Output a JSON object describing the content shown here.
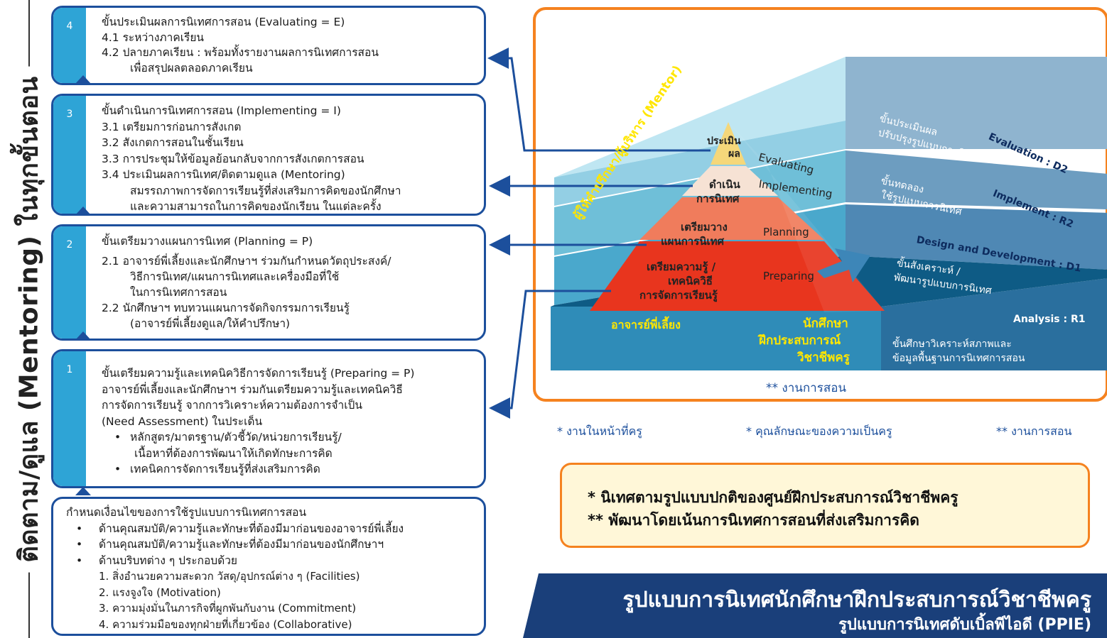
{
  "side_label": "ติดตาม/ดูแล (Mentoring) ในทุกขั้นตอน",
  "steps": {
    "s4": {
      "num": "4",
      "lines": [
        "ขั้นประเมินผลการนิเทศการสอน (Evaluating = E)",
        "4.1 ระหว่างภาคเรียน",
        "4.2 ปลายภาคเรียน : พร้อมทั้งรายงานผลการนิเทศการสอน",
        "เพื่อสรุปผลตลอดภาคเรียน"
      ]
    },
    "s3": {
      "num": "3",
      "lines": [
        "ขั้นดำเนินการนิเทศการสอน (Implementing = I)",
        "3.1 เตรียมการก่อนการสังเกต",
        "3.2 สังเกตการสอนในชั้นเรียน",
        "3.3 การประชุมให้ข้อมูลย้อนกลับจากการสังเกตการสอน",
        "3.4 ประเมินผลการนิเทศ/ติดตามดูแล (Mentoring)",
        "สมรรถภาพการจัดการเรียนรู้ที่ส่งเสริมการคิดของนักศึกษา",
        "และความสามารถในการคิดของนักเรียน ในแต่ละครั้ง"
      ]
    },
    "s2": {
      "num": "2",
      "lines": [
        "ขั้นเตรียมวางแผนการนิเทศ (Planning = P)",
        "2.1  อาจารย์พี่เลี้ยงและนักศึกษาฯ ร่วมกันกำหนดวัตถุประสงค์/",
        "วิธีการนิเทศ/แผนการนิเทศและเครื่องมือที่ใช้",
        "ในการนิเทศการสอน",
        "2.2  นักศึกษาฯ ทบทวนแผนการจัดกิจกรรมการเรียนรู้",
        "(อาจารย์พี่เลี้ยงดูแล/ให้คำปรึกษา)"
      ]
    },
    "s1": {
      "num": "1",
      "lines": [
        "ขั้นเตรียมความรู้และเทคนิควิธีการจัดการเรียนรู้ (Preparing = P)",
        "อาจารย์พี่เลี้ยงและนักศึกษาฯ ร่วมกันเตรียมความรู้และเทคนิควิธี",
        "การจัดการเรียนรู้ จากการวิเคราะห์ความต้องการจำเป็น",
        "(Need Assessment)  ในประเด็น"
      ],
      "bullets": [
        "หลักสูตร/มาตรฐาน/ตัวชี้วัด/หน่วยการเรียนรู้/",
        "เนื้อหาที่ต้องการพัฒนาให้เกิดทักษะการคิด",
        "เทคนิคการจัดการเรียนรู้ที่ส่งเสริมการคิด"
      ]
    }
  },
  "conditions": {
    "title": "กำหนดเงื่อนไขของการใช้รูปแบบการนิเทศการสอน",
    "bullets": [
      "ด้านคุณสมบัติ/ความรู้และทักษะที่ต้องมีมาก่อนของอาจารย์พี่เลี้ยง",
      "ด้านคุณสมบัติ/ความรู้และทักษะที่ต้องมีมาก่อนของนักศึกษาฯ",
      "ด้านบริบทต่าง ๆ ประกอบด้วย"
    ],
    "numbered": [
      "1. สิ่งอำนวยความสะดวก วัสดุ/อุปกรณ์ต่าง ๆ (Facilities)",
      "2. แรงจูงใจ (Motivation)",
      "3. ความมุ่งมั่นในภารกิจที่ผูกพันกับงาน (Commitment)",
      "4. ความร่วมมือของทุกฝ่ายที่เกี่ยวข้อง (Collaborative)"
    ]
  },
  "pyramid": {
    "evaluating_th1": "ประเมิน",
    "evaluating_th2": "ผล",
    "evaluating_en": "Evaluating",
    "implementing_th1": "ดำเนิน",
    "implementing_th2": "การนิเทศ",
    "implementing_en": "Implementing",
    "planning_th1": "เตรียมวาง",
    "planning_th2": "แผนการนิเทศ",
    "planning_en": "Planning",
    "preparing_th1": "เตรียมความรู้ /",
    "preparing_th2": "เทคนิควิธี",
    "preparing_th3": "การจัดการเรียนรู้",
    "preparing_en": "Preparing",
    "mentor_label": "ผู้ให้คำปรึกษา/ผู้บริหาร (Mentor)",
    "mentor_teacher": "อาจารย์พี่เลี้ยง",
    "student_1": "นักศึกษา",
    "student_2": "ฝึกประสบการณ์",
    "student_3": "วิชาชีพครู"
  },
  "layers": {
    "evaluation_th1": "ขั้นประเมินผล",
    "evaluation_th2": "ปรับปรุงรูปแบบการนิเทศ",
    "evaluation_en": "Evaluation : D2",
    "implement_th1": "ขั้นทดลอง",
    "implement_th2": "ใช้รูปแบบการนิเทศ",
    "implement_en": "Implement : R2",
    "design_en": "Design and Development : D1",
    "design_th1": "ขั้นสังเคราะห์ /",
    "design_th2": "พัฒนารูปแบบการนิเทศ",
    "analysis_en": "Analysis : R1",
    "analysis_th1": "ขั้นศึกษาวิเคราะห์สภาพและ",
    "analysis_th2": "ข้อมูลพื้นฐานการนิเทศการสอน"
  },
  "frame_caption": "** งานการสอน",
  "legend": {
    "a": "* งานในหน้าที่ครู",
    "b": "* คุณลักษณะของความเป็นครู",
    "c": "** งานการสอน"
  },
  "notes": {
    "n1": "* นิเทศตามรูปแบบปกติของศูนย์ฝึกประสบการณ์วิชาชีพครู",
    "n2": "** พัฒนาโดยเน้นการนิเทศการสอนที่ส่งเสริมการคิด"
  },
  "title": {
    "line1": "รูปแบบการนิเทศนักศึกษาฝึกประสบการณ์วิชาชีพครู",
    "line2": "รูปแบบการนิเทศดับเบิ้ลพีไอดี (PPIE)"
  },
  "colors": {
    "box_border": "#1c4f9c",
    "box_bar": "#2ea4d6",
    "frame": "#f5821f",
    "preparing": "#e8351e",
    "planning": "#f07c5c",
    "implementing": "#f6e2d4",
    "evaluating": "#f5d77a",
    "mentor": "#ffe600"
  }
}
